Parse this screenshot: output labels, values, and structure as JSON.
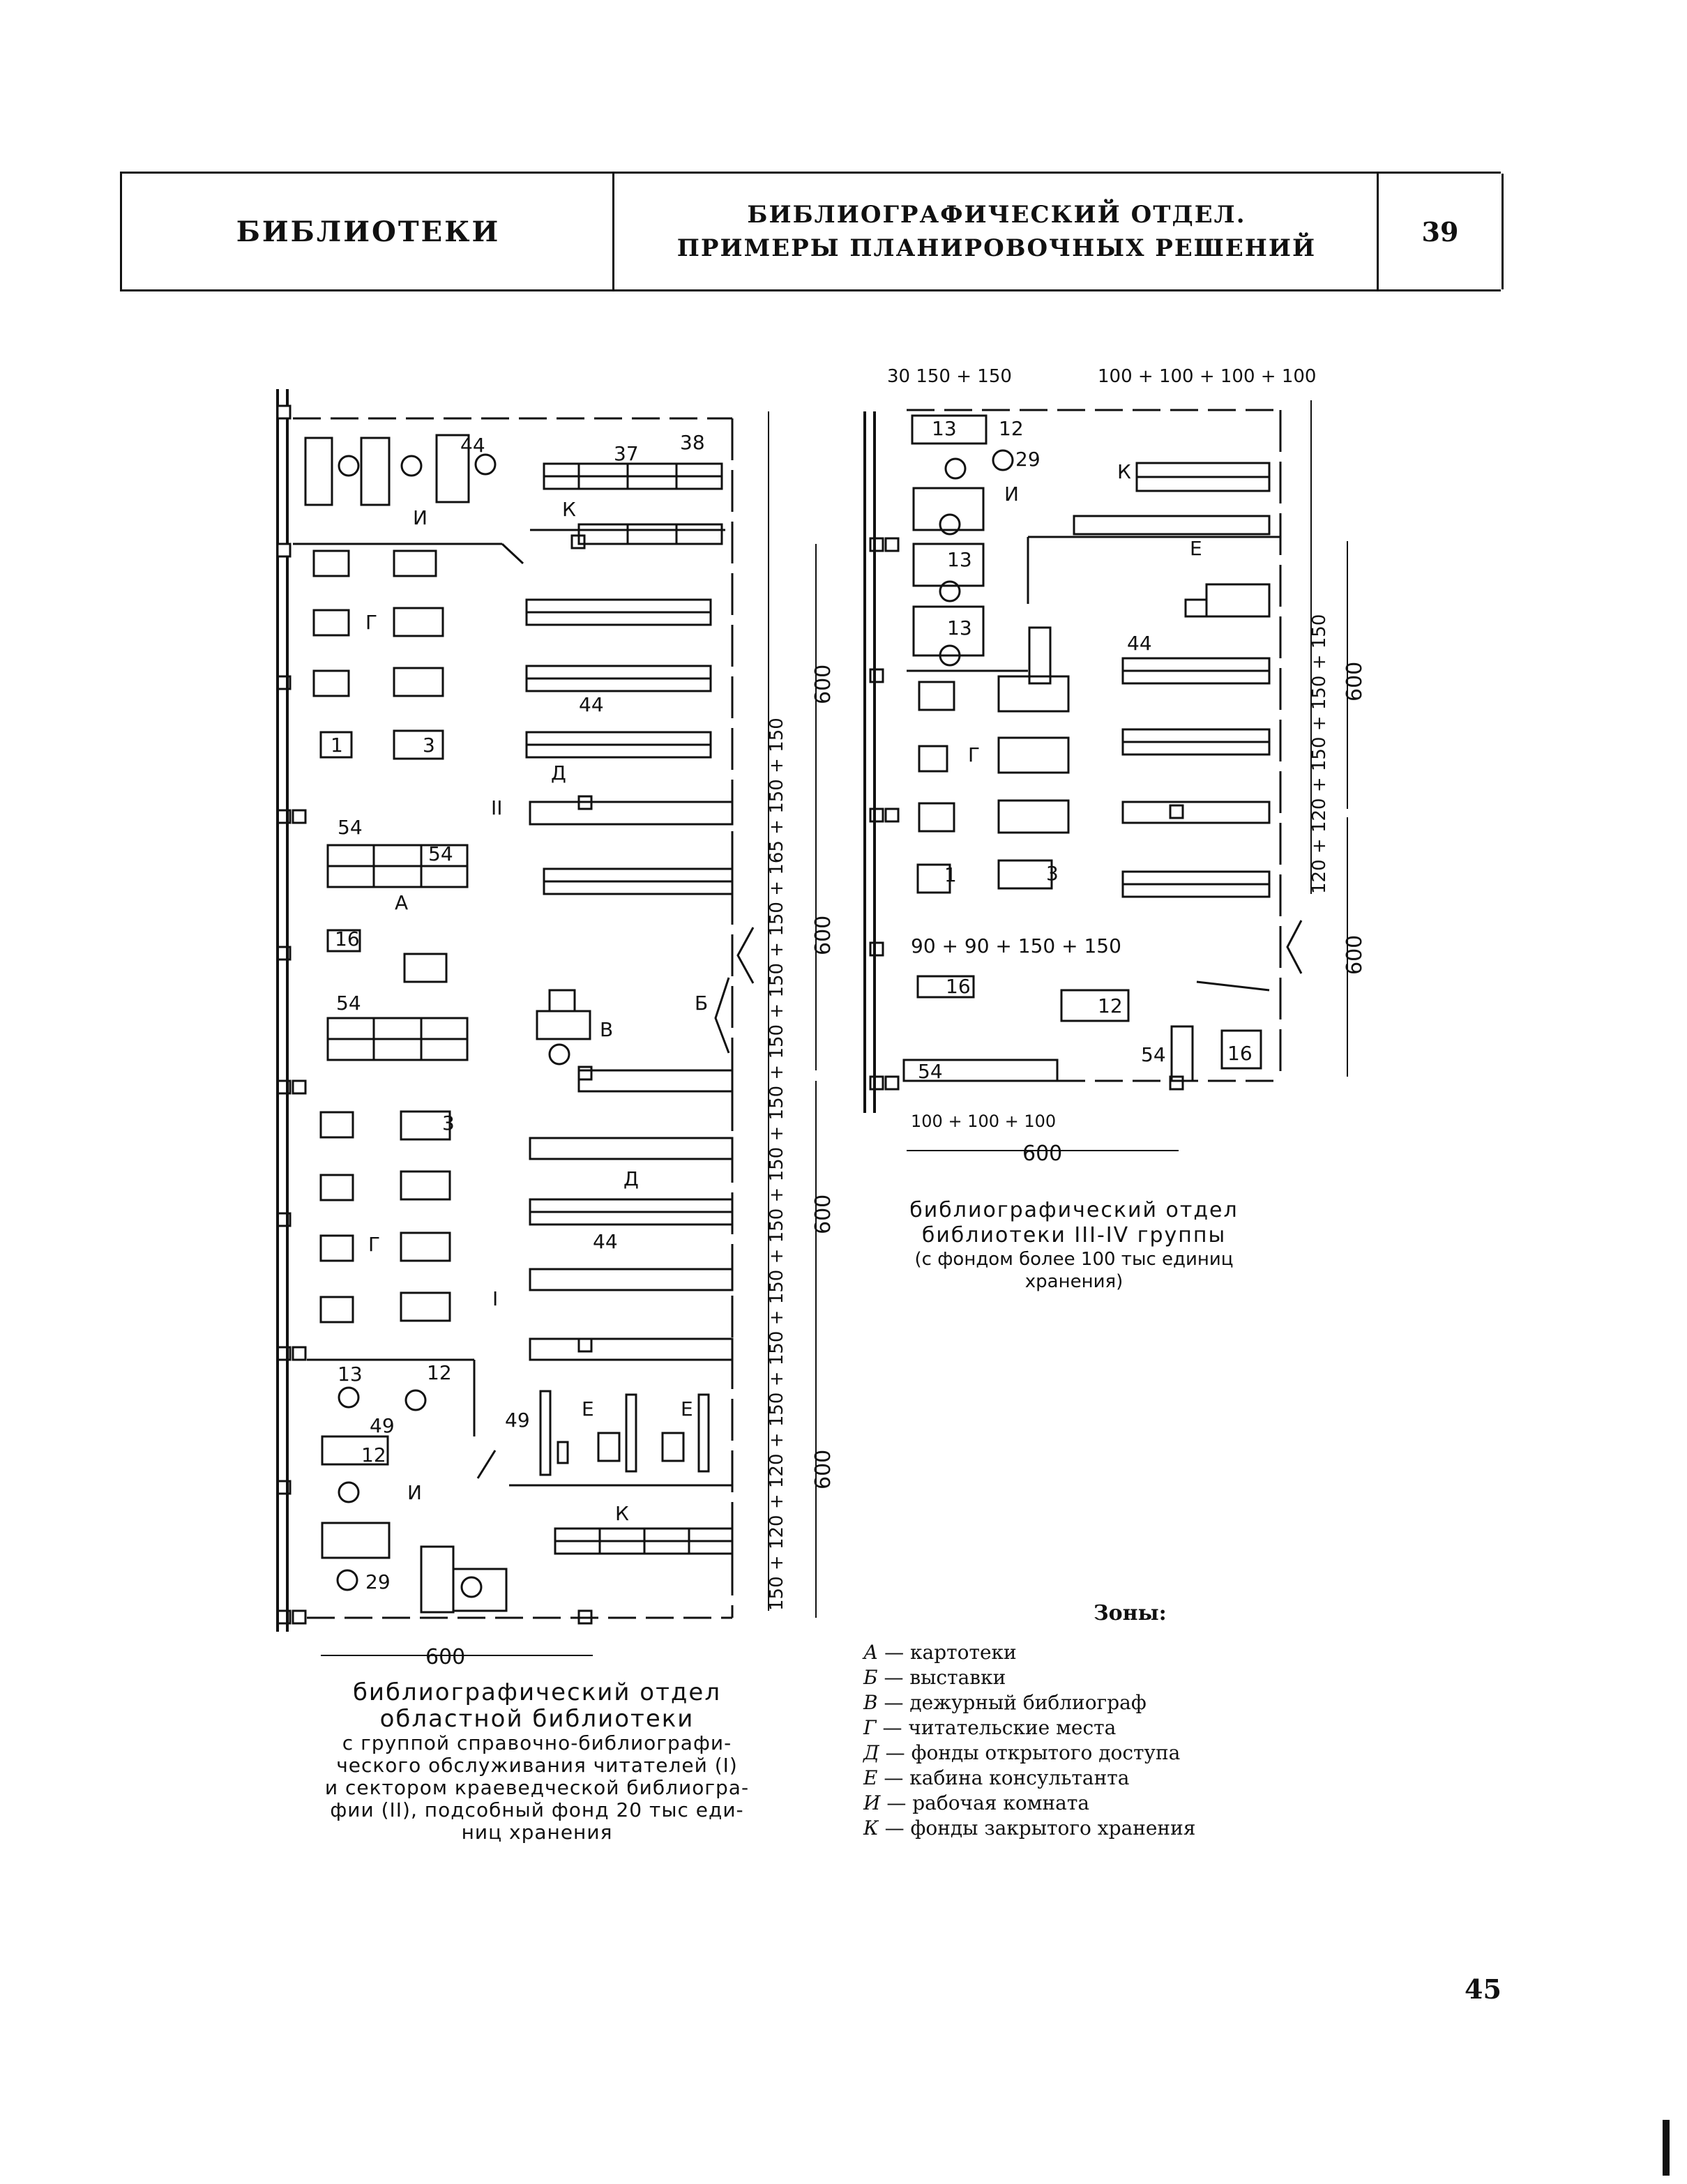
{
  "header": {
    "section": "БИБЛИОТЕКИ",
    "title_line1": "БИБЛИОГРАФИЧЕСКИЙ ОТДЕЛ.",
    "title_line2": "ПРИМЕРЫ ПЛАНИРОВОЧНЫХ РЕШЕНИЙ",
    "sheet_number": "39"
  },
  "plan_left": {
    "caption_line1": "библиографический отдел",
    "caption_line2": "областной библиотеки",
    "caption_line3": "с группой справочно-библиографи-",
    "caption_line4": "ческого обслуживания читателей (I)",
    "caption_line5": "и сектором краеведческой библиогра-",
    "caption_line6": "фии (II), подсобный фонд 20 тыс еди-",
    "caption_line7": "ниц хранения",
    "dim_bottom": "600",
    "dims_chain": "150 + 120 + 120 + 150 + 150 + 150 + 150 + 150 + 150 + 150 + 150 + 150 + 165 + 150 + 150",
    "dim_600_a": "600",
    "dim_600_b": "600",
    "dim_600_c": "600",
    "dim_600_d": "600"
  },
  "plan_right": {
    "caption_line1": "библиографический отдел",
    "caption_line2": "библиотеки III-IV группы",
    "caption_line3": "(с фондом более 100 тыс единиц",
    "caption_line4": "хранения)",
    "dim_top_a": "30 150 + 150",
    "dim_top_b": "100 + 100 + 100 + 100",
    "dim_mid": "90 + 90 + 150 + 150",
    "dim_bottom_a": "100 + 100 + 100",
    "dim_bottom": "600",
    "dim_600_a": "600",
    "dim_600_b": "600",
    "dims_chain": "120 + 120 + 150 + 150 + 150"
  },
  "zones": {
    "title": "Зоны:",
    "items": [
      {
        "letter": "А",
        "text": "— картотеки"
      },
      {
        "letter": "Б",
        "text": "— выставки"
      },
      {
        "letter": "В",
        "text": "— дежурный библиограф"
      },
      {
        "letter": "Г",
        "text": "— читательские места"
      },
      {
        "letter": "Д",
        "text": "— фонды открытого доступа"
      },
      {
        "letter": "Е",
        "text": "— кабина консультанта"
      },
      {
        "letter": "И",
        "text": "— рабочая комната"
      },
      {
        "letter": "К",
        "text": "— фонды закрытого хранения"
      }
    ]
  },
  "page_number": "45"
}
